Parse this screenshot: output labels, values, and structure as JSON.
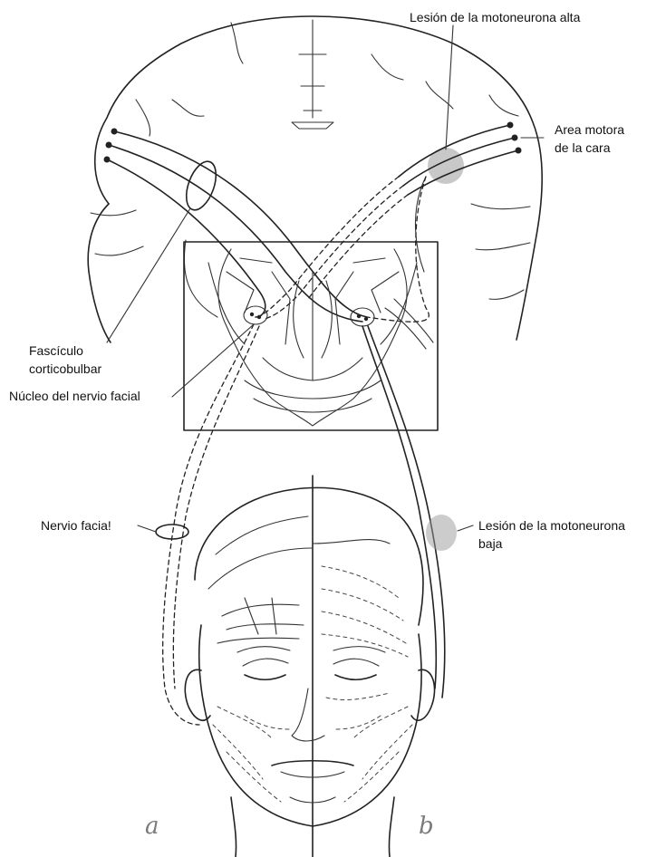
{
  "labels": {
    "upper_lesion": "Lesión de la motoneurona alta",
    "motor_area_line1": "Area motora",
    "motor_area_line2": "de la cara",
    "corticobulbar_line1": "Fascículo",
    "corticobulbar_line2": "corticobulbar",
    "facial_nucleus": "Núcleo del nervio facial",
    "facial_nerve": "Nervio facia!",
    "lower_lesion_line1": "Lesión de la motoneurona",
    "lower_lesion_line2": "baja",
    "side_a": "a",
    "side_b": "b"
  },
  "colors": {
    "ink": "#222222",
    "lesion_shade": "#9a9a9a",
    "handwriting": "#7a7a7a"
  }
}
